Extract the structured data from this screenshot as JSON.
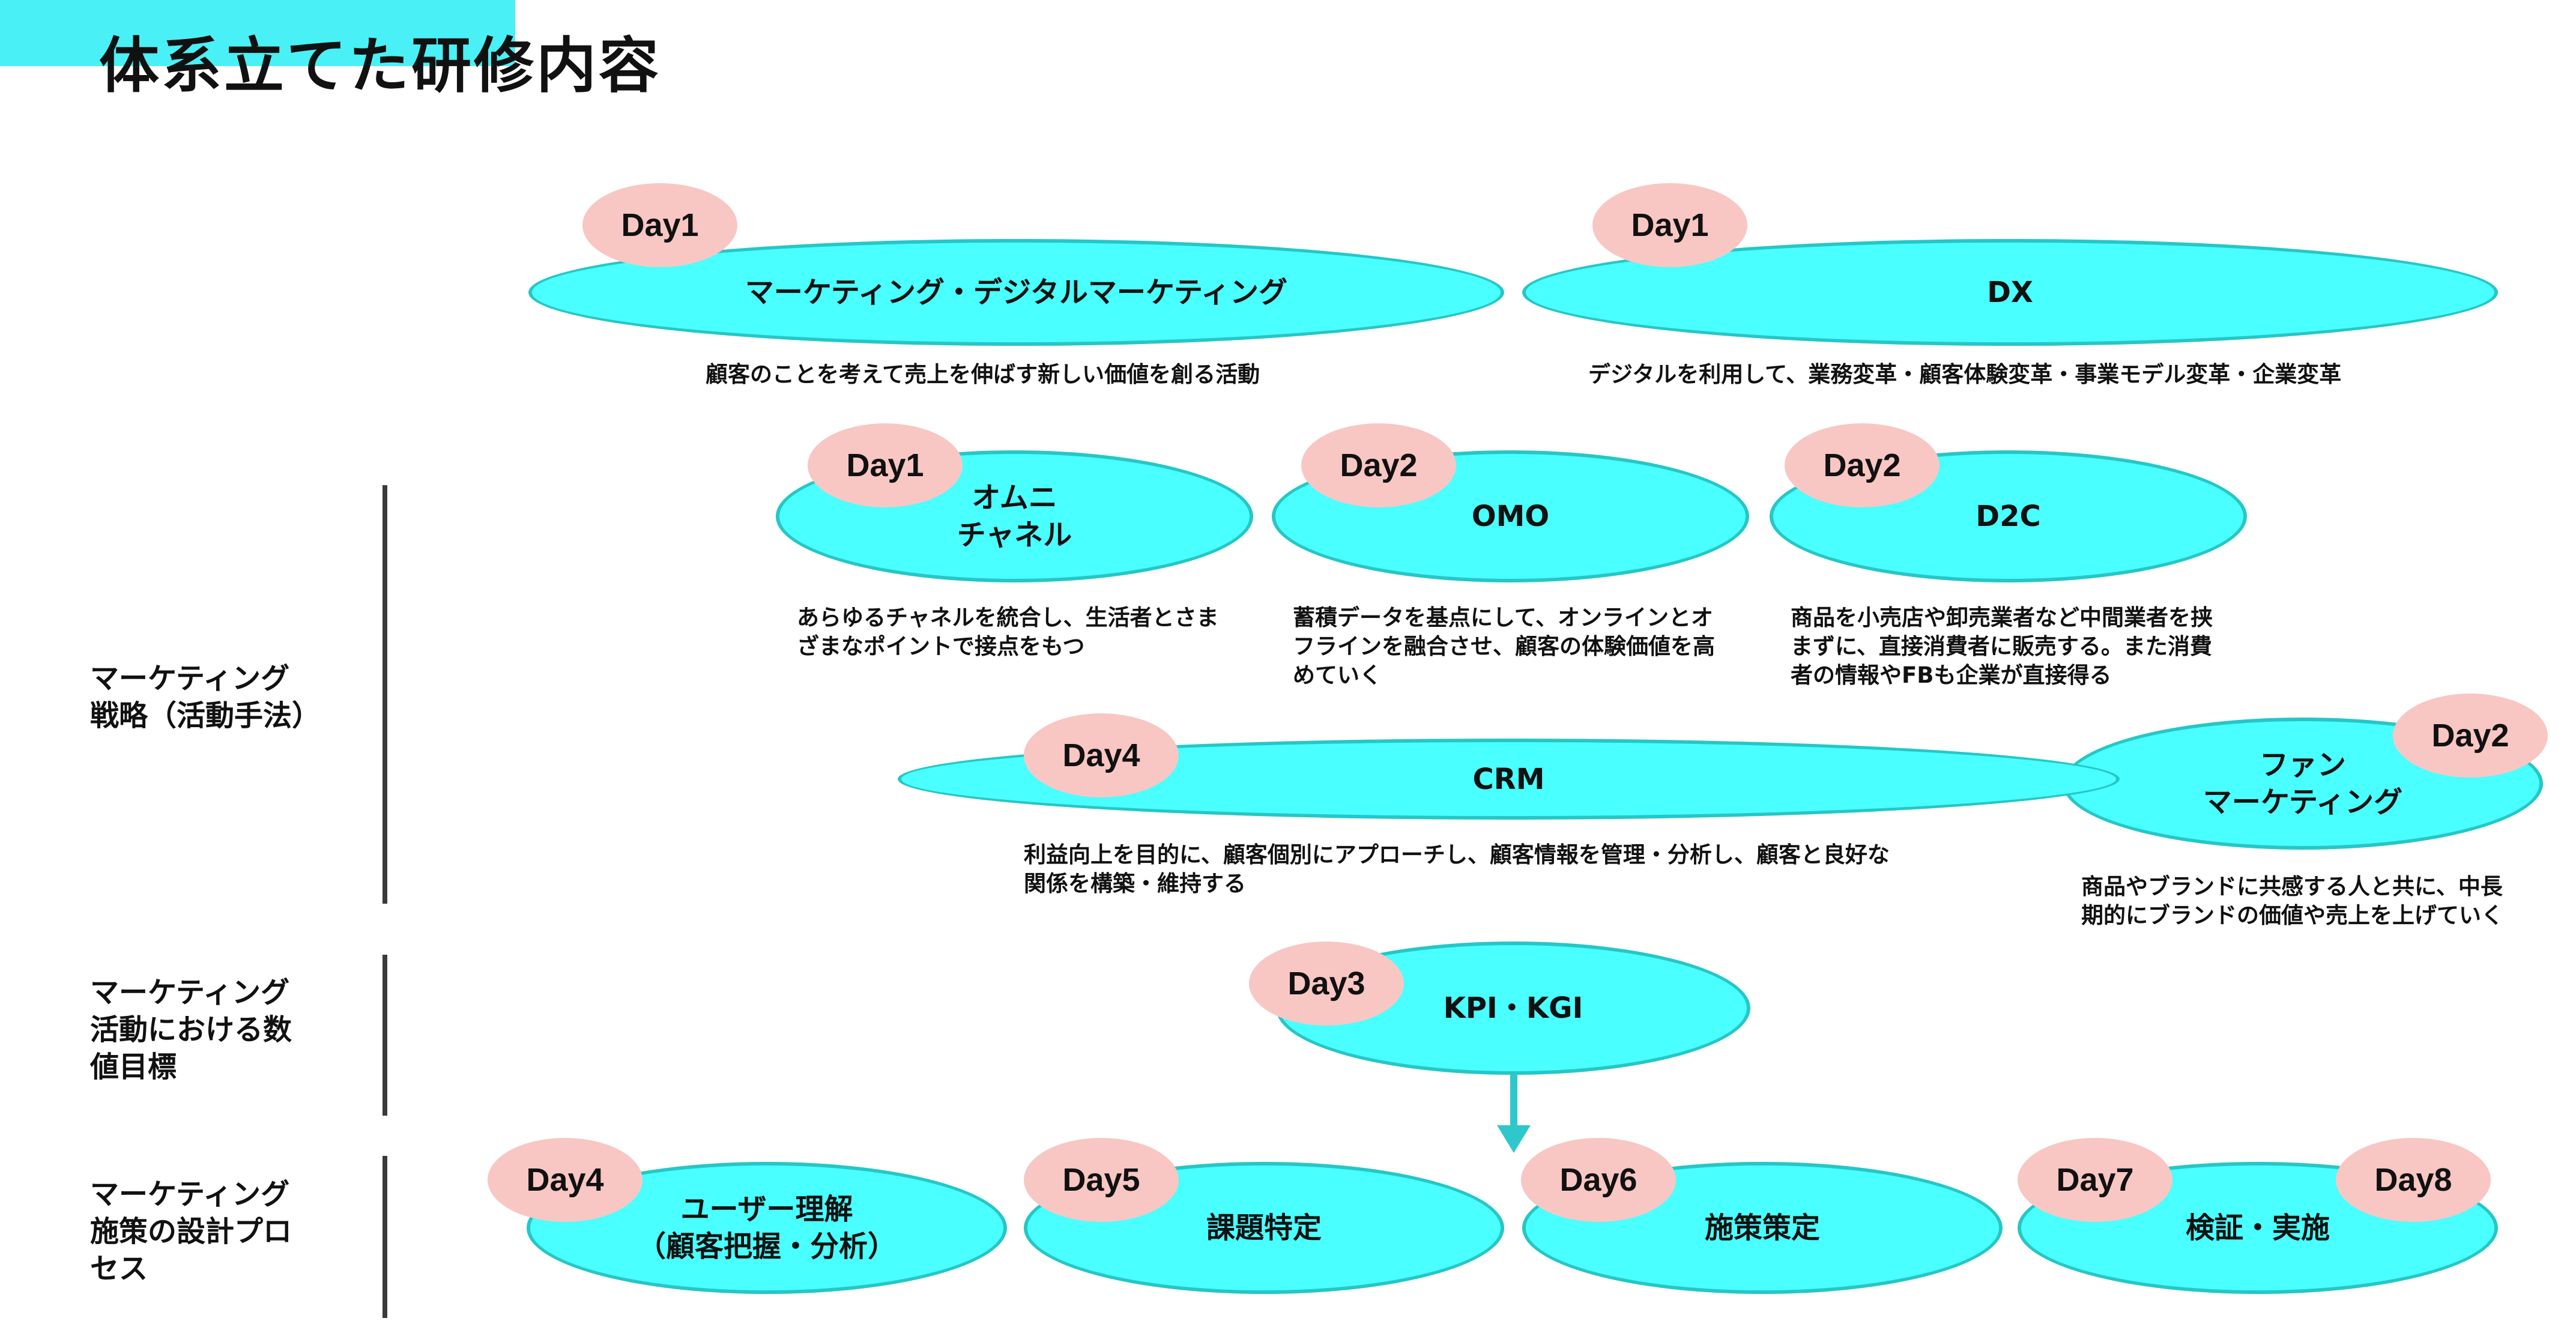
{
  "title": "体系立てた研修内容",
  "categories": [
    {
      "lines": [
        "マーケティング",
        "戦略（活動手法）"
      ]
    },
    {
      "lines": [
        "マーケティング",
        "活動における数",
        "値目標"
      ]
    },
    {
      "lines": [
        "マーケティング",
        "施策の設計プロ",
        "セス"
      ]
    }
  ],
  "topics": [
    {
      "label": [
        "マーケティング・デジタルマーケティング"
      ],
      "days": [
        "Day1"
      ],
      "desc": [
        "顧客のことを考えて売上を伸ばす新しい価値を創る活動"
      ]
    },
    {
      "label": [
        "DX"
      ],
      "days": [
        "Day1"
      ],
      "desc": [
        "デジタルを利用して、業務変革・顧客体験変革・事業モデル変革・企業変革"
      ]
    },
    {
      "label": [
        "オムニ",
        "チャネル"
      ],
      "days": [
        "Day1"
      ],
      "desc": [
        "あらゆるチャネルを統合し、生活者とさま",
        "ざまなポイントで接点をもつ"
      ]
    },
    {
      "label": [
        "OMO"
      ],
      "days": [
        "Day2"
      ],
      "desc": [
        "蓄積データを基点にして、オンラインとオ",
        "フラインを融合させ、顧客の体験価値を高",
        "めていく"
      ]
    },
    {
      "label": [
        "D2C"
      ],
      "days": [
        "Day2"
      ],
      "desc": [
        "商品を小売店や卸売業者など中間業者を挟",
        "まずに、直接消費者に販売する。また消費",
        "者の情報やFBも企業が直接得る"
      ]
    },
    {
      "label": [
        "ファン",
        "マーケティング"
      ],
      "days": [
        "Day2"
      ],
      "desc": [
        "商品やブランドに共感する人と共に、中長",
        "期的にブランドの価値や売上を上げていく"
      ]
    },
    {
      "label": [
        "CRM"
      ],
      "days": [
        "Day4"
      ],
      "desc": [
        "利益向上を目的に、顧客個別にアプローチし、顧客情報を管理・分析し、顧客と良好な",
        "関係を構築・維持する"
      ]
    },
    {
      "label": [
        "KPI・KGI"
      ],
      "days": [
        "Day3"
      ],
      "desc": []
    },
    {
      "label": [
        "ユーザー理解",
        "（顧客把握・分析）"
      ],
      "days": [
        "Day4"
      ],
      "desc": []
    },
    {
      "label": [
        "課題特定"
      ],
      "days": [
        "Day5"
      ],
      "desc": []
    },
    {
      "label": [
        "施策策定"
      ],
      "days": [
        "Day6"
      ],
      "desc": []
    },
    {
      "label": [
        "検証・実施"
      ],
      "days": [
        "Day7",
        "Day8"
      ],
      "desc": []
    }
  ],
  "colors": {
    "accent": "#49f0f5",
    "ellipse_fill": "#49ffff",
    "ellipse_border": "#27c6c6",
    "day_badge": "#f8c7c3",
    "arrow": "#2ec7cc"
  }
}
